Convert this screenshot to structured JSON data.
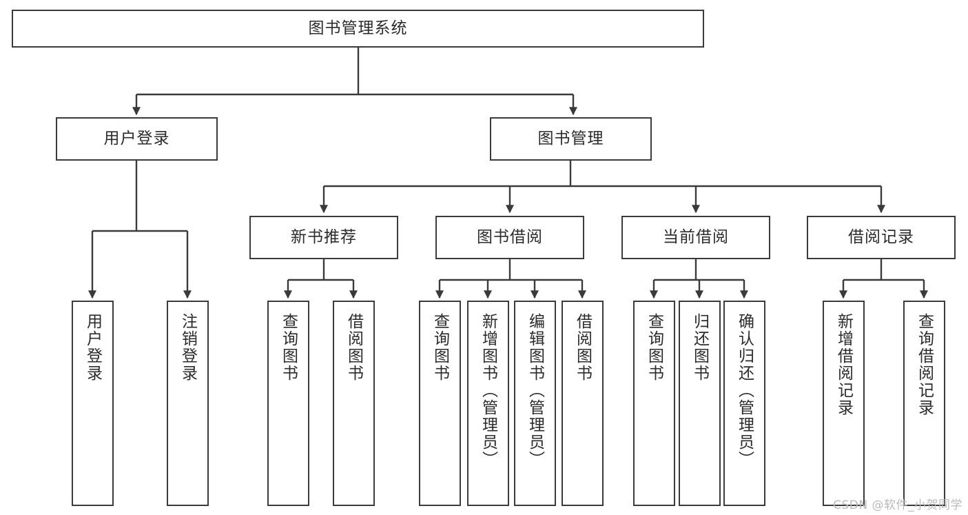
{
  "diagram": {
    "type": "tree",
    "title": "图书管理系统",
    "watermark": "CSDN @软件_小贺同学",
    "colors": {
      "box_border": "#3a3a3a",
      "box_fill": "#ffffff",
      "edge": "#3a3a3a",
      "text": "#2b2b2b",
      "watermark": "#b9b9b9"
    },
    "nodes": {
      "root": {
        "label": "图书管理系统"
      },
      "level2": [
        {
          "label": "用户登录"
        },
        {
          "label": "图书管理"
        }
      ],
      "level3": [
        {
          "label": "新书推荐"
        },
        {
          "label": "图书借阅"
        },
        {
          "label": "当前借阅"
        },
        {
          "label": "借阅记录"
        }
      ],
      "leaves_login": [
        {
          "label": "用户登录"
        },
        {
          "label": "注销登录"
        }
      ],
      "leaves_recommend": [
        {
          "label": "查询图书"
        },
        {
          "label": "借阅图书"
        }
      ],
      "leaves_borrow": [
        {
          "label": "查询图书"
        },
        {
          "label": "新增图书（管理员）"
        },
        {
          "label": "编辑图书（管理员）"
        },
        {
          "label": "借阅图书"
        }
      ],
      "leaves_current": [
        {
          "label": "查询图书"
        },
        {
          "label": "归还图书"
        },
        {
          "label": "确认归还（管理员）"
        }
      ],
      "leaves_records": [
        {
          "label": "新增借阅记录"
        },
        {
          "label": "查询借阅记录"
        }
      ]
    }
  }
}
